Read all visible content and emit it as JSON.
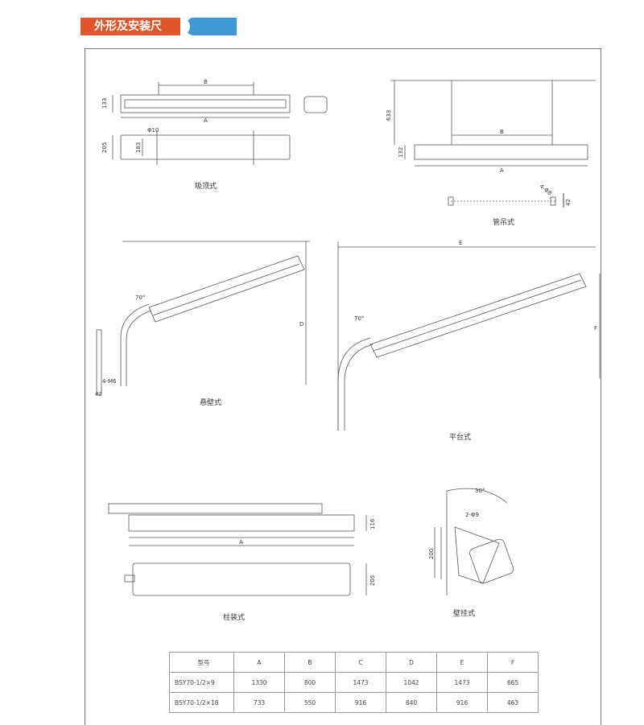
{
  "header": {
    "title": "外形及安装尺寸"
  },
  "drawings": {
    "ceiling": {
      "caption": "吸顶式",
      "B": "B",
      "A": "A",
      "h133": "133",
      "h205": "205",
      "h183": "183",
      "phi": "Φ10"
    },
    "pendant": {
      "caption": "管吊式",
      "h633": "633",
      "h132": "132",
      "B": "B",
      "A": "A",
      "holes": "4-Φ8",
      "w42": "42"
    },
    "cantilever": {
      "caption": "悬壁式",
      "angle": "70°",
      "D": "D",
      "bolts": "4-M6",
      "w42": "42"
    },
    "platform": {
      "caption": "平台式",
      "E": "E",
      "angle": "70°",
      "F": "F"
    },
    "pole": {
      "caption": "柱装式",
      "h116": "116",
      "A": "A",
      "h205": "205"
    },
    "wall": {
      "caption": "壁挂式",
      "angle": "30°",
      "holes": "2-Φ9",
      "h200": "200"
    }
  },
  "table": {
    "headers": [
      "型号",
      "A",
      "B",
      "C",
      "D",
      "E",
      "F"
    ],
    "rows": [
      [
        "BSY70-1/2×9",
        "1330",
        "800",
        "1473",
        "1042",
        "1473",
        "665"
      ],
      [
        "BSY70-1/2×18",
        "733",
        "550",
        "916",
        "840",
        "916",
        "463"
      ]
    ]
  }
}
